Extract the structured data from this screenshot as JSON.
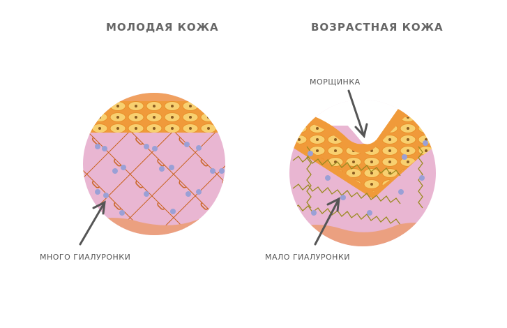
{
  "titles": {
    "young": "Молодая кожа",
    "aged": "Возрастная кожа"
  },
  "labels": {
    "wrinkle": "Морщинка",
    "much_hyaluron": "Много гиалуронки",
    "little_hyaluron": "Мало гиалуронки"
  },
  "colors": {
    "dermis": "#e9b6d2",
    "epidermis": "#f09a3a",
    "cell": "#f8d070",
    "collagen": "#c8601a",
    "elastin_damaged": "#9a8a20",
    "droplet": "#9aa0d6",
    "hypodermis": "#eba080",
    "arrow": "#555555",
    "text": "#666666"
  }
}
